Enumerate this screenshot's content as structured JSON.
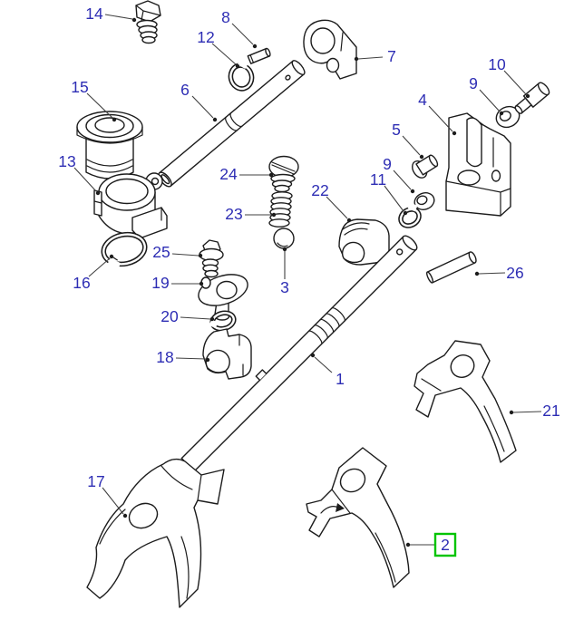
{
  "diagram": {
    "description": "exploded-parts-diagram-selector-shafts-and-forks",
    "bg": "#ffffff",
    "colors": {
      "label": "#2d2db4",
      "line": "#1c1c1c",
      "leader": "#404040",
      "highlight": "#00c400"
    },
    "highlighted_callout": "2",
    "callouts": {
      "n1": "1",
      "n2": "2",
      "n3": "3",
      "n4": "4",
      "n5": "5",
      "n6": "6",
      "n7": "7",
      "n8": "8",
      "n9": "9",
      "n10": "10",
      "n11": "11",
      "n12": "12",
      "n13": "13",
      "n14": "14",
      "n15": "15",
      "n16": "16",
      "n17": "17",
      "n18": "18",
      "n19": "19",
      "n20": "20",
      "n21": "21",
      "n22": "22",
      "n23": "23",
      "n24": "24",
      "n25": "25",
      "n26": "26"
    }
  }
}
